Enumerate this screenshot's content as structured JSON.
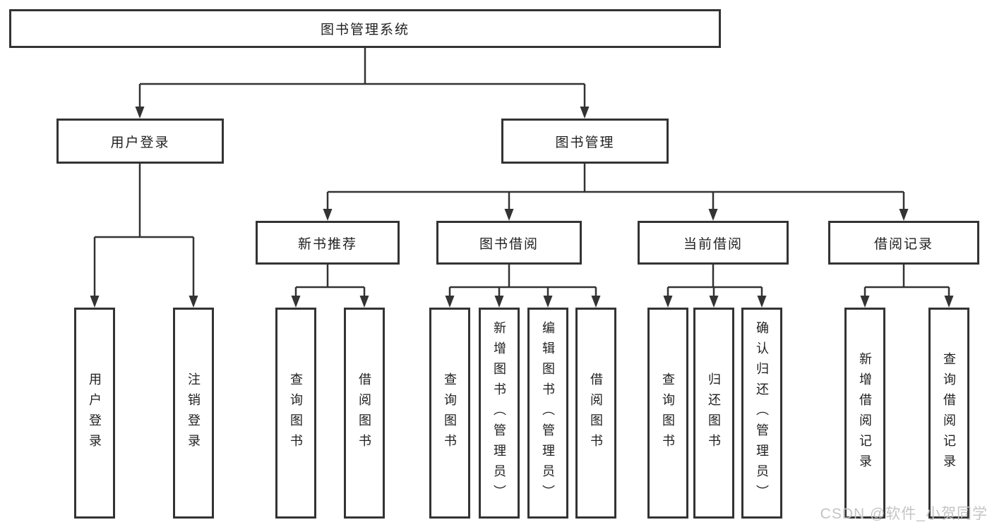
{
  "diagram": {
    "root": {
      "label": "图书管理系统"
    },
    "branches": [
      {
        "label": "用户登录",
        "children": [
          {
            "label": "用户登录"
          },
          {
            "label": "注销登录"
          }
        ]
      },
      {
        "label": "图书管理",
        "children": [
          {
            "label": "新书推荐",
            "children": [
              {
                "label": "查询图书"
              },
              {
                "label": "借阅图书"
              }
            ]
          },
          {
            "label": "图书借阅",
            "children": [
              {
                "label": "查询图书"
              },
              {
                "label": "新增图书（管理员）"
              },
              {
                "label": "编辑图书（管理员）"
              },
              {
                "label": "借阅图书"
              }
            ]
          },
          {
            "label": "当前借阅",
            "children": [
              {
                "label": "查询图书"
              },
              {
                "label": "归还图书"
              },
              {
                "label": "确认归还（管理员）"
              }
            ]
          },
          {
            "label": "借阅记录",
            "children": [
              {
                "label": "新增借阅记录"
              },
              {
                "label": "查询借阅记录"
              }
            ]
          }
        ]
      }
    ]
  },
  "watermark": {
    "text": "CSDN @软件_小贺同学"
  },
  "colors": {
    "line": "#333333",
    "box_border": "#333333",
    "text": "#212121",
    "watermark": "#c4c4c4",
    "background": "#ffffff"
  }
}
